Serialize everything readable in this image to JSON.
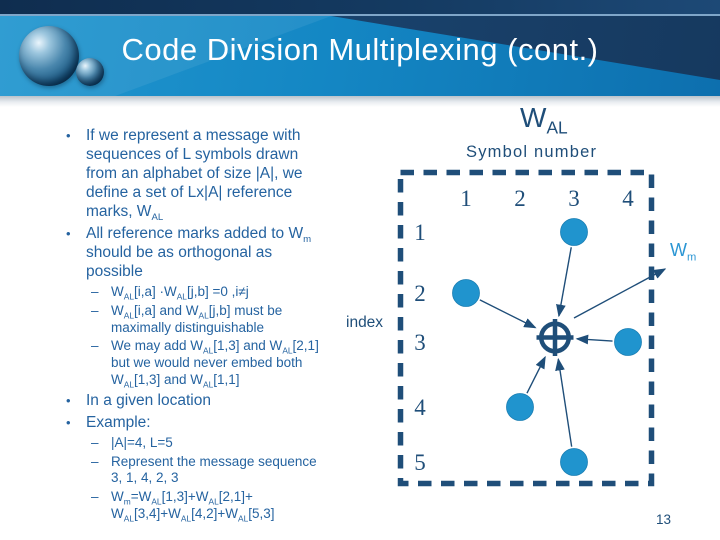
{
  "header": {
    "title": "Code Division Multiplexing (cont.)"
  },
  "content": {
    "bullets": [
      {
        "level": 1,
        "marker": "•",
        "text": "If we represent a message with\nsequences of L symbols drawn\nfrom an alphabet of size |A|, we\ndefine a set of Lx|A| reference\nmarks, W_{AL}"
      },
      {
        "level": 1,
        "marker": "•",
        "text": "All reference marks added to W_{m}\nshould be as orthogonal as\npossible"
      },
      {
        "level": 2,
        "marker": "–",
        "text": "W_{AL}[i,a] ·W_{AL}[j,b] =0 ,i≠j"
      },
      {
        "level": 2,
        "marker": "–",
        "text": "W_{AL}[i,a] and W_{AL}[j,b] must be\nmaximally distinguishable"
      },
      {
        "level": 2,
        "marker": "–",
        "text": "We may add W_{AL}[1,3] and W_{AL}[2,1]\nbut we would never embed both\nW_{AL}[1,3] and W_{AL}[1,1]"
      },
      {
        "level": 1,
        "marker": "•",
        "text": "In a given location"
      },
      {
        "level": 1,
        "marker": "•",
        "text": "Example:"
      },
      {
        "level": 2,
        "marker": "–",
        "text": "|A|=4, L=5"
      },
      {
        "level": 2,
        "marker": "–",
        "text": "Represent the message sequence\n3, 1, 4, 2, 3"
      },
      {
        "level": 2,
        "marker": "–",
        "text": "W_{m}=W_{AL}[1,3]+W_{AL}[2,1]+\nW_{AL}[3,4]+W_{AL}[4,2]+W_{AL}[5,3]"
      }
    ]
  },
  "diagram": {
    "title": "W_{AL}",
    "col_axis_label": "Symbol number",
    "row_axis_label": "index",
    "wm_label": "W_{m}",
    "columns": [
      "1",
      "2",
      "3",
      "4"
    ],
    "rows": [
      "1",
      "2",
      "3",
      "4",
      "5"
    ],
    "marks": [
      {
        "row": 1,
        "col": 3
      },
      {
        "row": 2,
        "col": 1
      },
      {
        "row": 3,
        "col": 4
      },
      {
        "row": 4,
        "col": 2
      },
      {
        "row": 5,
        "col": 3
      }
    ],
    "center_symbol": "adder (circle-plus)",
    "colors": {
      "line": "#1f4e79",
      "mark_fill": "#2094ce",
      "wm_text": "#2b96d4"
    }
  },
  "footer": {
    "page_number": "13"
  }
}
